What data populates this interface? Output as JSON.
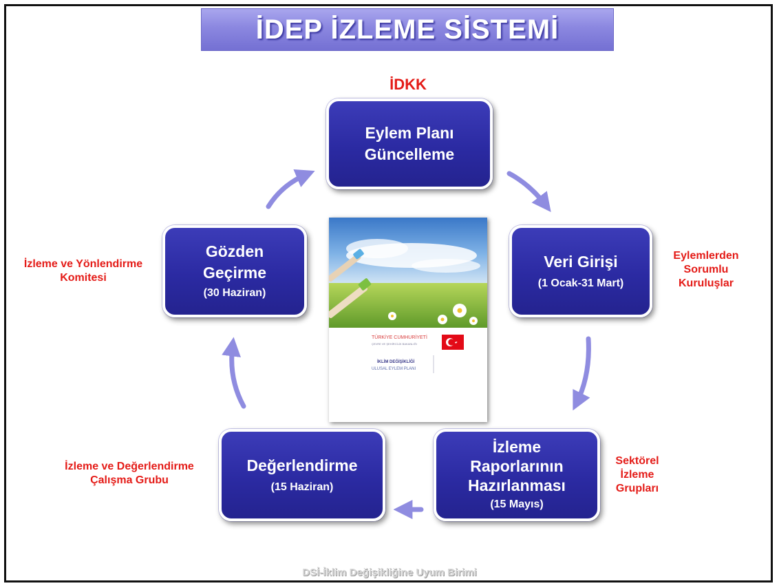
{
  "title": "İDEP İZLEME SİSTEMİ",
  "top_label": "İDKK",
  "boxes": {
    "top": {
      "line1": "Eylem Planı",
      "line2": "Güncelleme"
    },
    "right": {
      "main": "Veri Girişi",
      "sub": "(1 Ocak-31 Mart)"
    },
    "bottom_right": {
      "line1": "İzleme",
      "line2": "Raporlarının",
      "line3": "Hazırlanması",
      "sub": "(15 Mayıs)"
    },
    "bottom_left": {
      "main": "Değerlendirme",
      "sub": "(15 Haziran)"
    },
    "left": {
      "line1": "Gözden",
      "line2": "Geçirme",
      "sub": "(30 Haziran)"
    }
  },
  "side_labels": {
    "left": {
      "line1": "İzleme ve Yönlendirme",
      "line2": "Komitesi"
    },
    "right": {
      "line1": "Eylemlerden",
      "line2": "Sorumlu",
      "line3": "Kuruluşlar"
    },
    "bottom_right": {
      "line1": "Sektörel",
      "line2": "İzleme",
      "line3": "Grupları"
    },
    "bottom_left": {
      "line1": "İzleme ve Değerlendirme",
      "line2": "Çalışma Grubu"
    }
  },
  "cover": {
    "line1": "TÜRKİYE CUMHURİYETİ",
    "line2": "ÇEVRE VE ŞEHİRCİLİK BAKANLIĞI",
    "line3": "İKLİM DEĞİŞİKLİĞİ",
    "line4": "ULUSAL EYLEM PLANI"
  },
  "footer": "DSİ-İklim Değişikliğine Uyum Birimi",
  "colors": {
    "box": "#2b2aa2",
    "title_bar": "#8b87e0",
    "label_red": "#e41b17",
    "arrow": "#8f8ce0"
  }
}
